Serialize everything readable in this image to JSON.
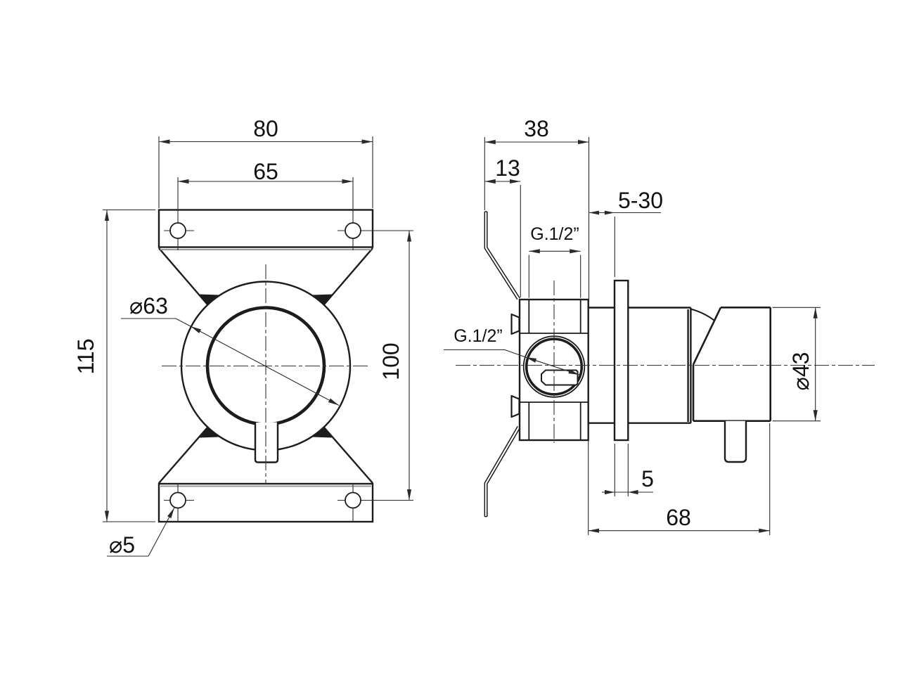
{
  "drawing": {
    "title": "Shower mixer technical drawing",
    "background": "#ffffff",
    "line_color": "#1c1c1c",
    "dim_color": "#2a2a2a",
    "front_view": {
      "dims": {
        "overall_width": "80",
        "hole_spacing_horizontal": "65",
        "overall_height": "115",
        "hole_spacing_vertical": "100",
        "body_diameter": "⌀63",
        "screw_hole_diameter": "⌀5"
      }
    },
    "side_view": {
      "dims": {
        "body_depth": "38",
        "plate_offset": "13",
        "wall_range": "5-30",
        "top_port_thread": "G.1/2”",
        "side_port_thread": "G.1/2”",
        "handle_diameter": "⌀43",
        "flange_thickness": "5",
        "projection": "68"
      }
    }
  }
}
